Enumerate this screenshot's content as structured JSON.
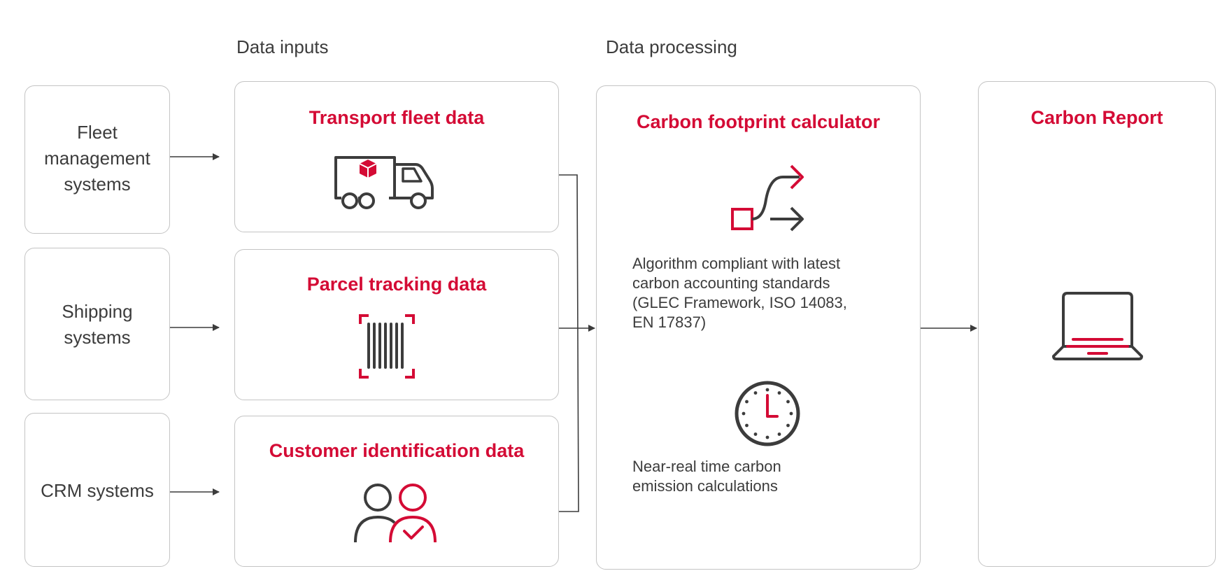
{
  "sections": {
    "inputs_label": "Data inputs",
    "processing_label": "Data processing"
  },
  "sources": [
    {
      "label": "Fleet\nmanagement\nsystems"
    },
    {
      "label": "Shipping\nsystems"
    },
    {
      "label": "CRM systems"
    }
  ],
  "inputs": [
    {
      "title": "Transport fleet data",
      "icon": "delivery-truck-icon"
    },
    {
      "title": "Parcel tracking data",
      "icon": "barcode-scan-icon"
    },
    {
      "title": "Customer identification data",
      "icon": "users-check-icon"
    }
  ],
  "processing": {
    "title": "Carbon footprint calculator",
    "algorithm_icon": "algorithm-flow-icon",
    "algorithm_text": "Algorithm compliant with latest\ncarbon accounting standards\n(GLEC Framework, ISO 14083,\nEN 17837)",
    "clock_icon": "clock-icon",
    "realtime_text": "Near-real time carbon\nemission calculations"
  },
  "report": {
    "title": "Carbon Report",
    "icon": "laptop-icon"
  },
  "colors": {
    "accent": "#d40b35",
    "text": "#3c3c3c",
    "border": "#c4c4c4",
    "icon": "#3c3c3c"
  }
}
